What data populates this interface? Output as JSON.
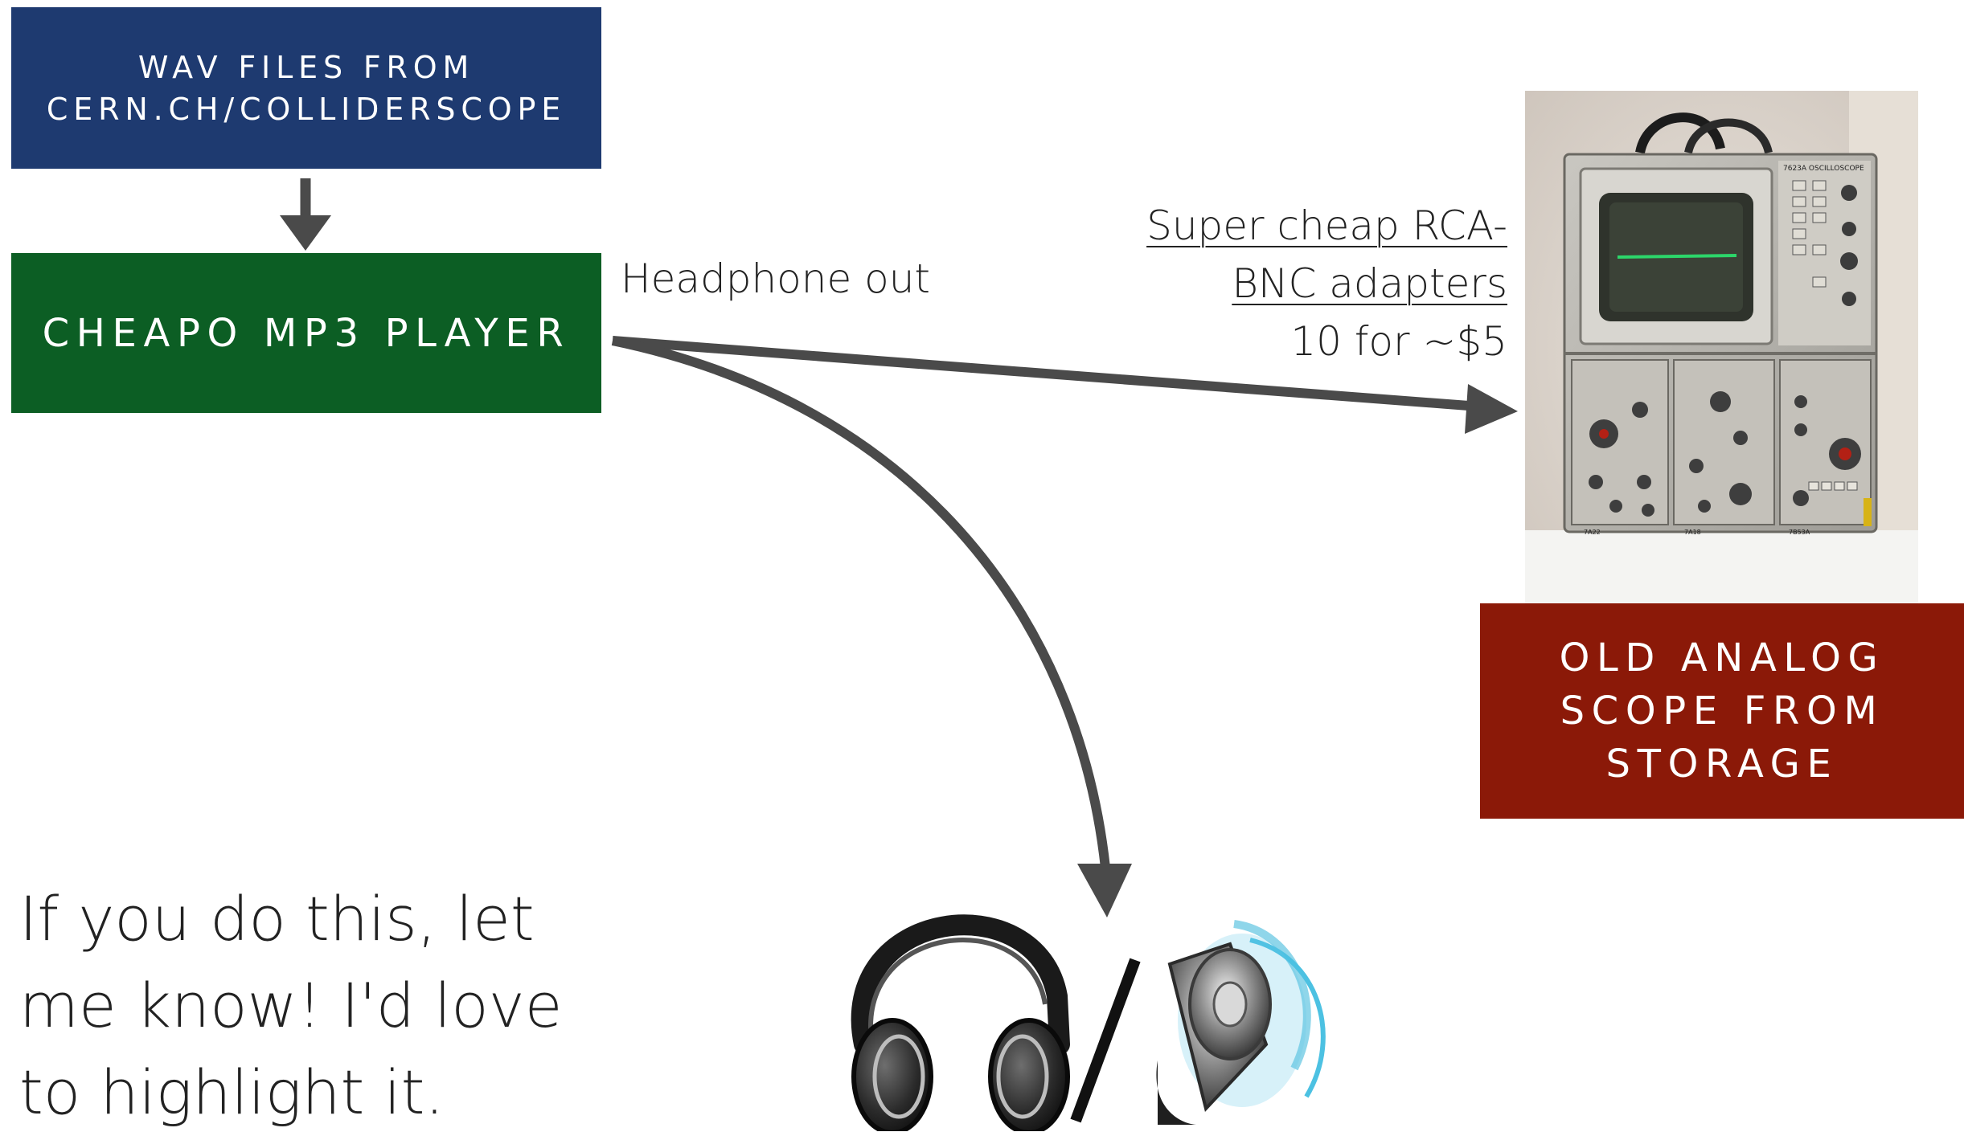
{
  "boxes": {
    "source": {
      "line1": "WAV FILES FROM",
      "line2": "CERN.CH/COLLIDERSCOPE"
    },
    "player": {
      "label": "CHEAPO MP3 PLAYER"
    },
    "scope": {
      "line1": "OLD ANALOG",
      "line2": "SCOPE FROM",
      "line3": "STORAGE"
    }
  },
  "labels": {
    "headphone_out": "Headphone out",
    "adapter_line1": "Super cheap RCA-",
    "adapter_line2": "BNC adapters",
    "adapter_price": "10 for ~$5",
    "note_line1": "If you do this, let",
    "note_line2": "me know! I'd love",
    "note_line3": "to highlight it."
  },
  "photo": {
    "model_label": "7623A OSCILLOSCOPE",
    "module_labels": [
      "7A22",
      "7A18",
      "7B53A"
    ]
  },
  "colors": {
    "source_box": "#1e3a70",
    "player_box": "#0c5e24",
    "scope_box": "#8b1908",
    "arrow": "#4a4a4a"
  },
  "icons": [
    "headphones-icon",
    "slash-separator",
    "speaker-icon"
  ]
}
